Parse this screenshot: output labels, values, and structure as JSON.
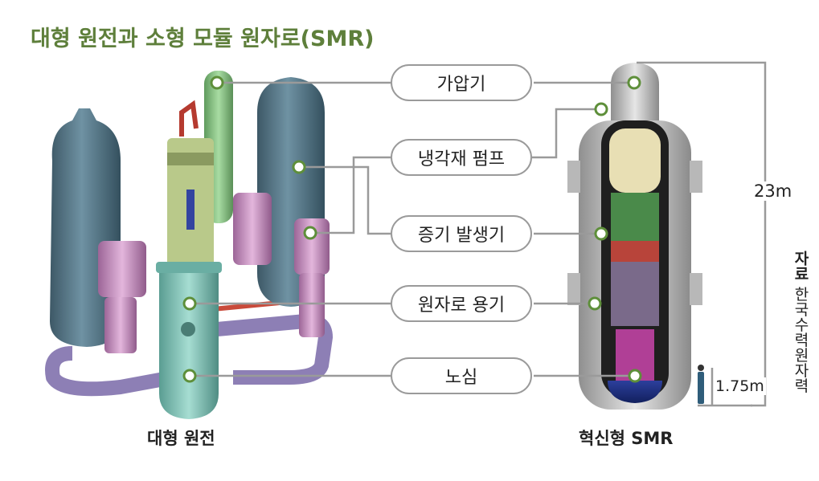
{
  "title": "대형 원전과 소형 모듈 원자로(SMR)",
  "labels": {
    "pressurizer": "가압기",
    "coolant_pump": "냉각재 펌프",
    "steam_generator": "증기 발생기",
    "reactor_vessel": "원자로 용기",
    "core": "노심"
  },
  "captions": {
    "large": "대형 원전",
    "smr": "혁신형 SMR"
  },
  "dimensions": {
    "height": "23m",
    "person": "1.75m"
  },
  "source": {
    "prefix": "자료",
    "org": "한국수력원자력"
  },
  "colors": {
    "title": "#5e7f3b",
    "steam_generator": "#4f6f80",
    "pressurizer": "#8cc48a",
    "reactor_vessel": "#7fbfb4",
    "pump": "#c88fc2",
    "marker": "#5e8f3a"
  }
}
